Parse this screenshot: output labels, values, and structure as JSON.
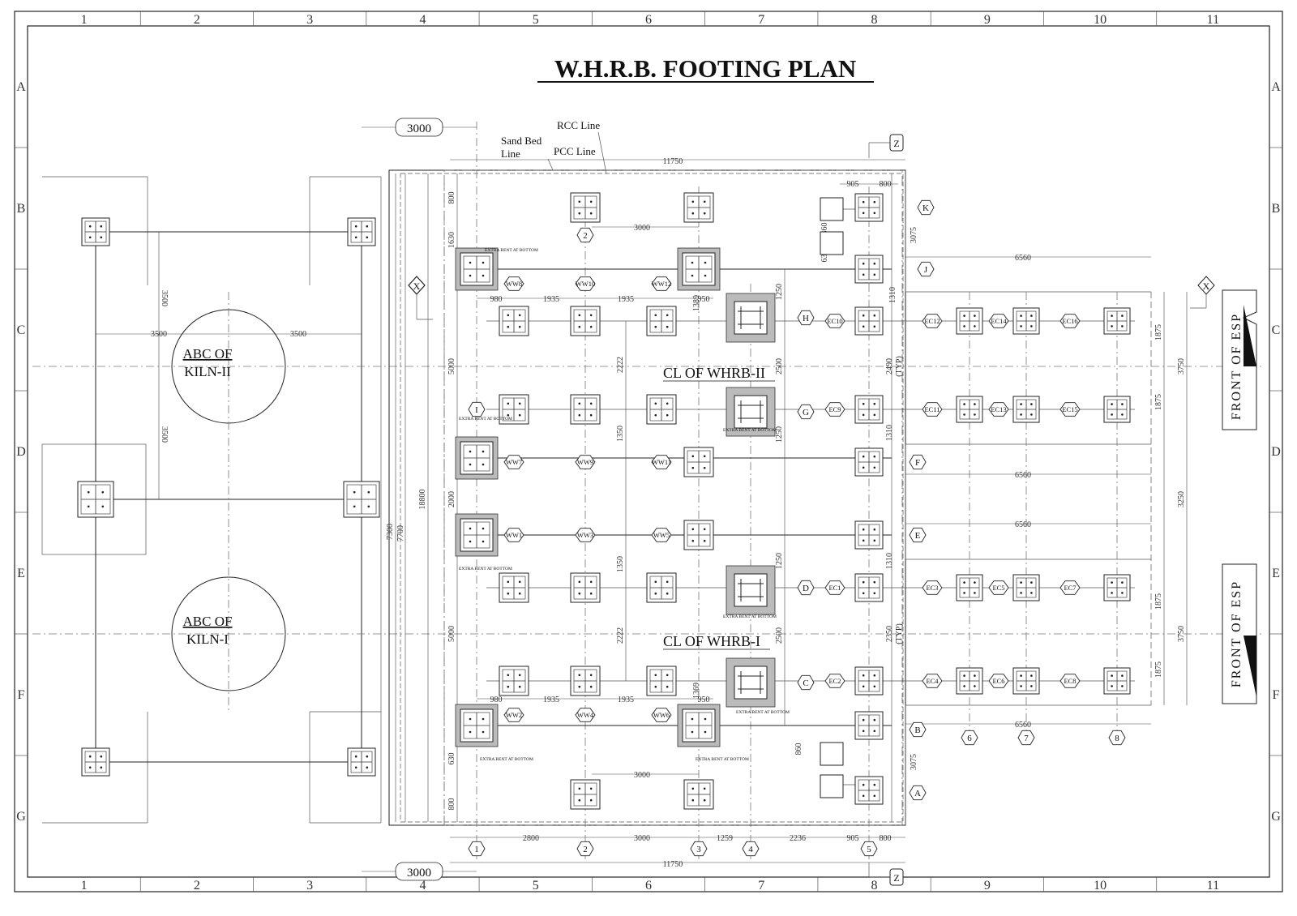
{
  "title": "W.H.R.B. FOOTING PLAN",
  "border": {
    "columns": [
      "1",
      "2",
      "3",
      "4",
      "5",
      "6",
      "7",
      "8",
      "9",
      "10",
      "11"
    ],
    "rows": [
      "A",
      "B",
      "C",
      "D",
      "E",
      "F",
      "G"
    ]
  },
  "labels": {
    "sand_bed_line": "Sand Bed Line",
    "sand_bed_1": "Sand Bed",
    "sand_bed_2": "Line",
    "pcc_line": "PCC Line",
    "rcc_line": "RCC Line",
    "abc_kiln_ii_1": "ABC OF",
    "abc_kiln_ii_2": "KILN-II",
    "abc_kiln_i_1": "ABC OF",
    "abc_kiln_i_2": "KILN-I",
    "cl_whrb_ii": "CL OF WHRB-II",
    "cl_whrb_i": "CL OF WHRB-I",
    "front_of_esp": "FRONT OF ESP",
    "extra_bent": "EXTRA BENT AT BOTTOM",
    "typ": "(TYP)"
  },
  "section_markers": [
    "X",
    "Z"
  ],
  "footings": {
    "ww": [
      "WW1",
      "WW2",
      "WW3",
      "WW4",
      "WW5",
      "WW6",
      "WW7",
      "WW8",
      "WW9",
      "WW10",
      "WW11",
      "WW12"
    ],
    "ec": [
      "EC1",
      "EC2",
      "EC3",
      "EC4",
      "EC5",
      "EC6",
      "EC7",
      "EC8",
      "EC9",
      "EC10",
      "EC11",
      "EC12",
      "EC13",
      "EC14",
      "EC15",
      "EC16"
    ]
  },
  "grid_bubbles_row": [
    "1",
    "2",
    "3",
    "4",
    "5",
    "6",
    "7",
    "8"
  ],
  "grid_bubbles_col": [
    "A",
    "B",
    "C",
    "D",
    "E",
    "F",
    "G",
    "H",
    "I",
    "J",
    "K"
  ],
  "dimensions": {
    "d3000": "3000",
    "d11750": "11750",
    "d2800": "2800",
    "d1259": "1259",
    "d2236": "2236",
    "d905": "905",
    "d800": "800",
    "d1935": "1935",
    "d980": "980",
    "d950": "950",
    "d6560": "6560",
    "d3500": "3500",
    "d2222": "2222",
    "d1350": "1350",
    "d2500": "2500",
    "d1250": "1250",
    "d5000": "5000",
    "d2000": "2000",
    "d18800": "18800",
    "d7300": "7300",
    "d7700": "7700",
    "d1875": "1875",
    "d3750": "3750",
    "d3250": "3250",
    "d2490": "2490",
    "d2350": "2350",
    "d1310": "1310",
    "d3075": "3075",
    "d1630": "1630",
    "d630": "630",
    "d860": "860",
    "d1369": "1369",
    "d1389": "1389"
  }
}
